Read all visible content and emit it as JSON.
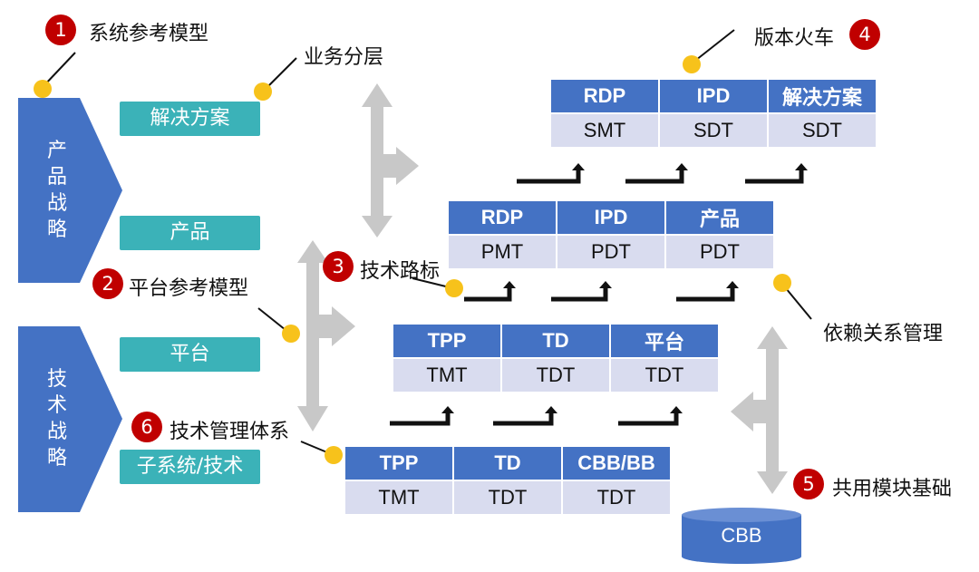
{
  "callouts": [
    {
      "num": "1",
      "text": "系统参考模型"
    },
    {
      "num": "2",
      "text": "平台参考模型"
    },
    {
      "num": "3",
      "text": "技术路标"
    },
    {
      "num": "4",
      "text": "版本火车"
    },
    {
      "num": "5",
      "text": "共用模块基础"
    },
    {
      "num": "6",
      "text": "技术管理体系"
    }
  ],
  "labels": {
    "business_layer": "业务分层",
    "dependency": "依赖关系管理"
  },
  "strategies": {
    "product": "产品战略",
    "tech": "技术战略"
  },
  "layers": [
    "解决方案",
    "产品",
    "平台",
    "子系统/技术"
  ],
  "tables": [
    {
      "headers": [
        "RDP",
        "IPD",
        "解决方案"
      ],
      "cells": [
        "SMT",
        "SDT",
        "SDT"
      ]
    },
    {
      "headers": [
        "RDP",
        "IPD",
        "产品"
      ],
      "cells": [
        "PMT",
        "PDT",
        "PDT"
      ]
    },
    {
      "headers": [
        "TPP",
        "TD",
        "平台"
      ],
      "cells": [
        "TMT",
        "TDT",
        "TDT"
      ]
    },
    {
      "headers": [
        "TPP",
        "TD",
        "CBB/BB"
      ],
      "cells": [
        "TMT",
        "TDT",
        "TDT"
      ]
    }
  ],
  "cbb": "CBB",
  "colors": {
    "blue": "#4472c4",
    "teal": "#3bb2b8",
    "light": "#d9dcef",
    "red": "#c00000",
    "yellow": "#f7c21b",
    "arrow": "#c8c8c8"
  }
}
